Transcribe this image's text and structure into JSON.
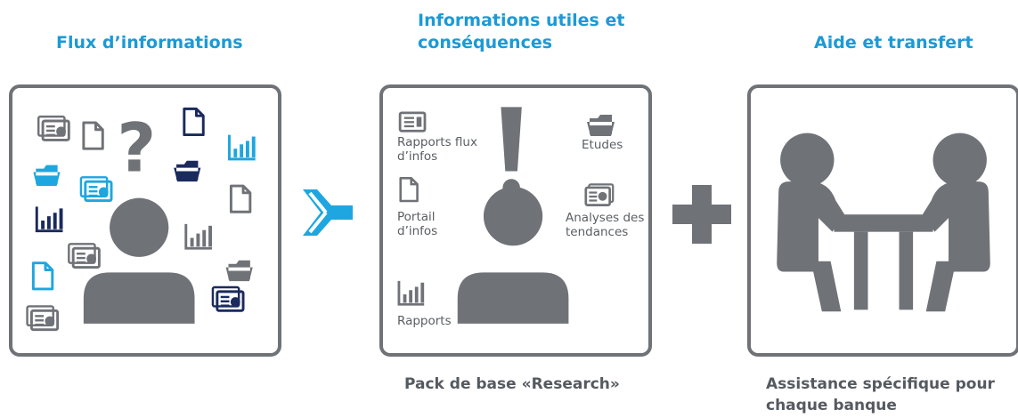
{
  "columns": {
    "flux": {
      "title": "Flux d’informations"
    },
    "useful": {
      "title": "Informations utiles et conséquences",
      "caption": "Pack de base «Research»"
    },
    "help": {
      "title": "Aide et transfert",
      "caption": "Assistance spécifique pour chaque banque"
    }
  },
  "middle_panel": {
    "items": [
      {
        "label": "Rapports flux d’infos",
        "icon": "newsletter-icon"
      },
      {
        "label": "Etudes",
        "icon": "folder-icon"
      },
      {
        "label": "Portail d’infos",
        "icon": "document-icon"
      },
      {
        "label": "Analyses des tendances",
        "icon": "newsletter-icon"
      },
      {
        "label": "Rapports",
        "icon": "bar-chart-icon"
      }
    ]
  },
  "symbols": {
    "question": "?",
    "exclamation": "!",
    "merge": "merge-arrow-icon",
    "plus": "plus-icon"
  },
  "colors": {
    "title_blue": "#1b9ad6",
    "gray": "#6f7277",
    "navy": "#1a2a5c",
    "light_blue": "#1ea6e0"
  }
}
